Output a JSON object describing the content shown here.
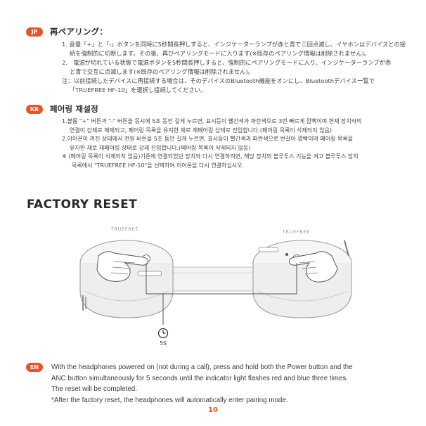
{
  "jp": {
    "badge": "JP",
    "title": "再ペアリング：",
    "lines": [
      "1. 音量「+」と「-」ボタンを同時に5秒間長押しすると、インジケーターランプが赤と青で三回点滅し、イヤホンはデバイスとの接",
      "続を強制的に切断します。その後、再びペアリングモードに入ります(※既存のペアリング情報は削除されません)。",
      "2.　電源が切れている状態で電源ボタンを5秒間長押しすると、強制的にペアリングモードに入り、インジケーターランプが赤",
      "と青で交互に点滅します(※既存のペアリング情報は削除されません)。",
      "注：以前接続したデバイスに再接続する場合は、そのデバイスのBluetooth機能をオンにし、Bluetoothデバイス一覧で",
      "「TRUEFREE HF-10」を選択し接続してください。"
    ]
  },
  "kr": {
    "badge": "KR",
    "title": "페어링 재설정",
    "lines": [
      "1.볼륨 \"+\" 버튼과 \"-\" 버튼을 동시에 5초 동안 길게 누르면, 표시등이 빨간색과 파란색으로 3번 빠르게 깜빡이며 현재 장치와의",
      "연결이 강제로 해제되고, 페어링 목록을 유지한 채로 재페어링 상태로 진입합니다.(페어링 목록이 삭제되지 않음)",
      "2.이어폰이 꺼진 상태에서 전원 버튼을 5초 동안 길게 누르면, 표시등이 빨간색과 파란색으로 번갈아 깜빡이며 페어링 목록을",
      "유지한 채로 재페어링 상태로 강제 진입합니다.(페어링 목록이 삭제되지 않음)",
      "※ (페어링 목록이 삭제되지 않음)기존에 연결되었던 장치와 다시 연결하려면, 해당 장치의 블루투스 기능을 켜고 블루투스 장치",
      "목록에서 \"TRUEFREE HF-10\"을 선택하여 이어폰을 다시 연결하십시오."
    ]
  },
  "factory_reset": {
    "title": "FACTORY RESET",
    "brand_left": "TRUEFREE",
    "brand_right": "TRUEFREE",
    "timer_label": "5S"
  },
  "en": {
    "badge": "EN",
    "lines": [
      "With the headphones powered on (not during a call), press and hold both the Power button and the",
      "ANC button simultaneously for 5 seconds until the indicator light flashes red and blue three times.",
      "The reset will be completed.",
      "*After the factory reset, the headphones will automatically enter pairing mode."
    ]
  },
  "page_number": "10",
  "colors": {
    "accent": "#e8542a",
    "text": "#3a3a3a"
  }
}
